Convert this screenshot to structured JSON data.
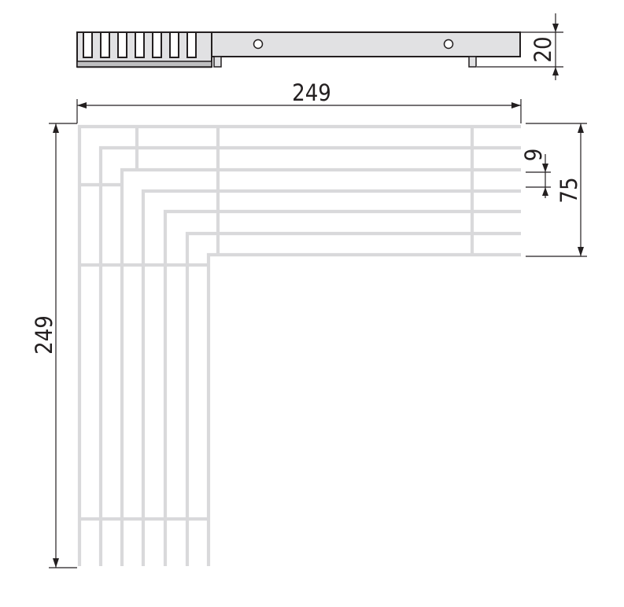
{
  "drawing": {
    "dimensions": {
      "height": "20",
      "length_top": "249",
      "length_left": "249",
      "depth": "75",
      "spacing": "9"
    },
    "colors": {
      "line": "#231f20",
      "metal": "#d9d9db",
      "background": "#ffffff"
    }
  }
}
